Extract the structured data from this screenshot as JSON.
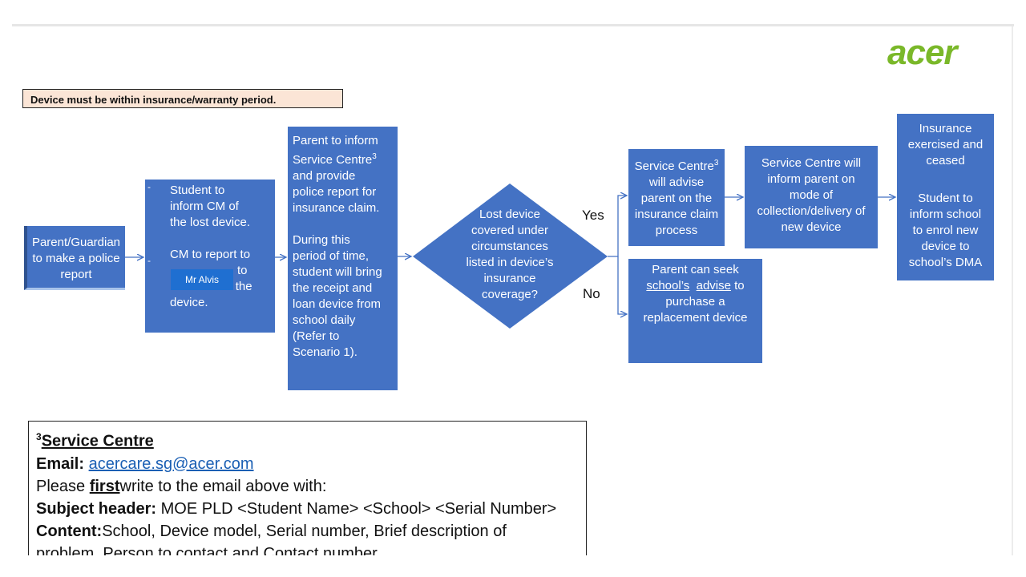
{
  "logo": {
    "text": "acer",
    "color": "#7ab829"
  },
  "note": "Device must be within insurance/warranty period.",
  "boxes": {
    "parent": [
      "Parent/Guardian",
      "to make a police",
      "report"
    ],
    "student": [
      "Student to",
      "inform CM of",
      "the lost  device.",
      "",
      "CM to report to",
      "to",
      "remote lock the",
      "device."
    ],
    "mr_alvis": "Mr Alvis",
    "inform_sc": [
      "Parent to  inform",
      "Service  Centre",
      "3",
      "and  provide",
      "police  report for",
      "insurance claim.",
      "",
      "During this",
      "period of time,",
      "student will bring",
      "the receipt and",
      "loan device from",
      "school daily",
      "(Refer to",
      "Scenario 1)."
    ],
    "sc_advise": [
      "Service Centre",
      "3",
      "will advise",
      "parent on the",
      "insurance claim",
      "process"
    ],
    "sc_inform": [
      "Service Centre will",
      "inform parent on",
      "mode of",
      "collection/delivery of",
      "new device"
    ],
    "insurance": [
      "Insurance",
      "exercised and",
      "ceased",
      "",
      "Student to",
      "inform school",
      "to enrol new",
      "device to",
      "school’s DMA"
    ],
    "seek": [
      "Parent can seek",
      "school’s",
      "advise",
      "to",
      "purchase a",
      "replacement  device"
    ]
  },
  "decision": [
    "Lost device",
    "covered under",
    "circumstances",
    "listed in device’s",
    "insurance",
    "coverage?"
  ],
  "labels": {
    "yes": "Yes",
    "no": "No"
  },
  "service_centre": {
    "sup": "3",
    "title": "Service Centre",
    "email_label": "Email:",
    "email": "acercare.sg@acer.com",
    "please": "Please",
    "first": "first",
    "please_rest": "write to the email above with:",
    "subject_label": "Subject header:",
    "subject": "MOE PLD <Student Name> <School> <Serial Number>",
    "content_label": "Content:",
    "content": "School, Device model, Serial number, Brief description of",
    "content2": "problem, Person to contact and Contact number"
  },
  "colors": {
    "box": "#4472c4",
    "note_bg": "#fbe5d6",
    "arrow": "#4472c4",
    "mr_alvis_bg": "#1f6fd1"
  }
}
